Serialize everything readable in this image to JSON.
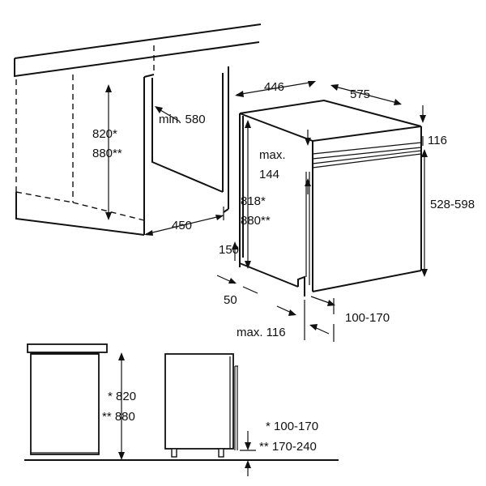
{
  "dimensions": {
    "width_446": "446",
    "depth_575": "575",
    "top_116": "116",
    "min_580": "min. 580",
    "height_820": "820*",
    "height_880": "880**",
    "max_label": "max.",
    "max_144": "144",
    "height_818": "818*",
    "height_880b": "880**",
    "range_528_598": "528-598",
    "depth_450": "450",
    "offset_150": "150",
    "offset_50": "50",
    "range_100_170": "100-170",
    "max_116": "max. 116"
  },
  "legend": {
    "h820": "* 820",
    "h880": "** 880",
    "plinth_100_170": "* 100-170",
    "plinth_170_240": "** 170-240"
  }
}
